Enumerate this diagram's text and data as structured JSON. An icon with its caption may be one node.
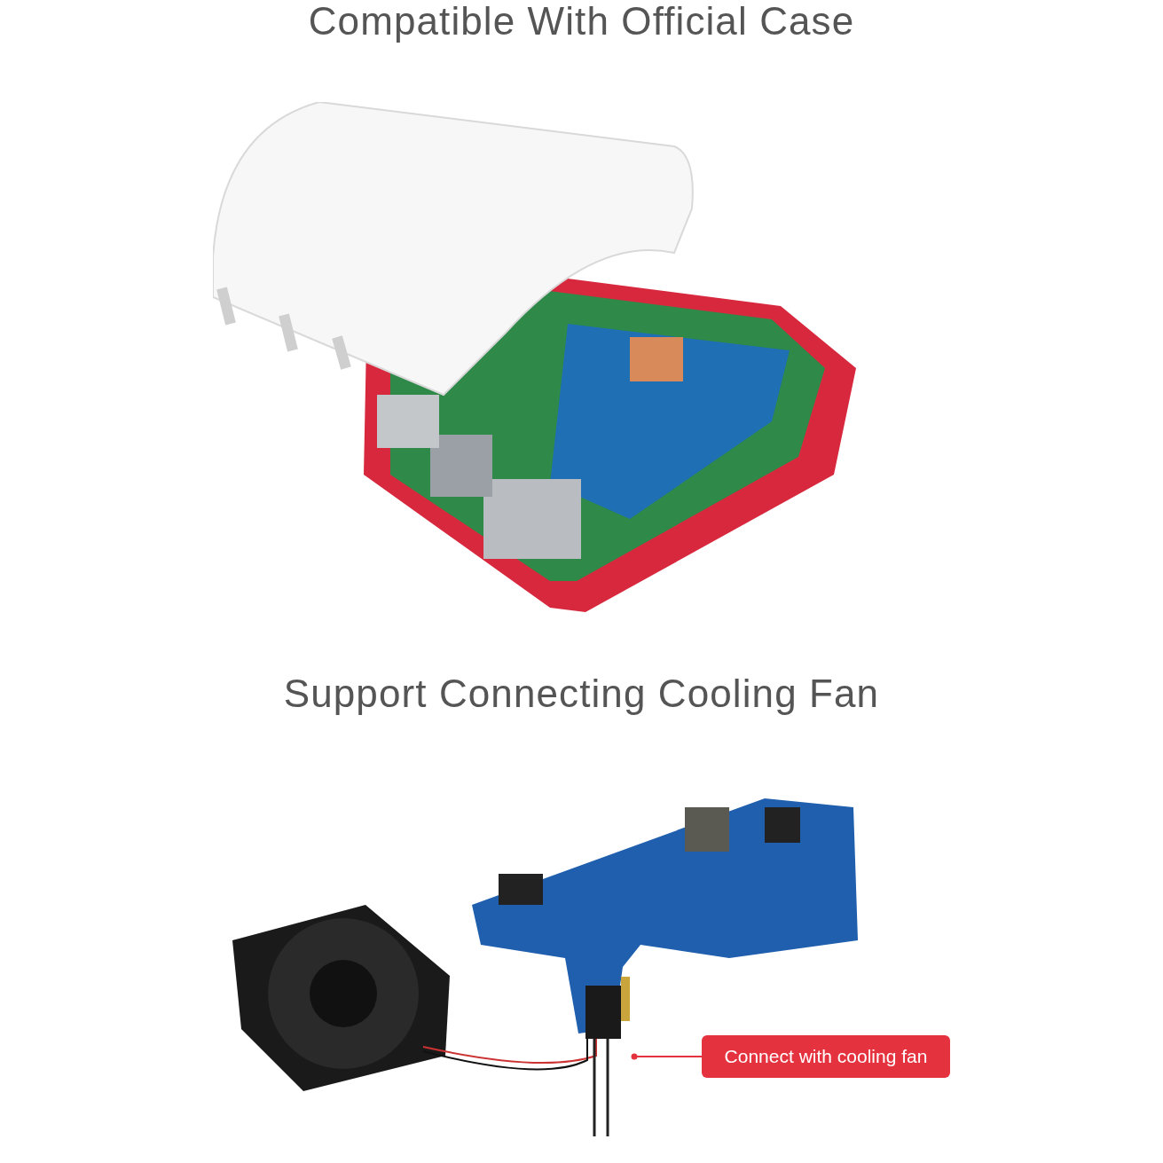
{
  "diagram": {
    "nodes": [
      {
        "text": [],
        "shape": "picture"
      },
      {
        "text": [],
        "shape": "picture"
      },
      {
        "text": [
          "Connect with cooling fan"
        ]
      },
      {
        "text": [],
        "shape": "picture",
        "in": 1
      }
    ],
    "edges": [
      {
        "from": 2,
        "to": 3,
        "arrow": "other"
      }
    ],
    "labels": [
      "Compatible With Official Case",
      "Support Connecting Cooling Fan"
    ]
  }
}
